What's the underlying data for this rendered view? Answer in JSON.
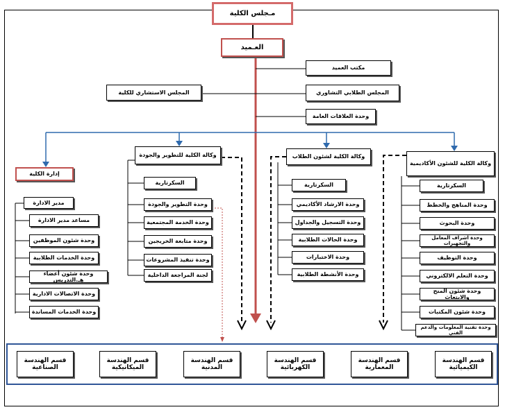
{
  "council": "مـجلس الكلية",
  "dean": "العـميد",
  "dean_office": "مكتب العميد",
  "advisory_council": "المجلس الاستشاري للكلية",
  "student_council": "المجلس الطلابي التشاوري",
  "pr_unit": "وحدة العلاقات العامة",
  "admin": {
    "title": "إدارة الكلية",
    "head": "مدير الادارة",
    "items": [
      "مساعد مدير الادارة",
      "وحدة شئون الموظفين",
      "وحدة الخدمات الطلابية",
      "وحدة شئون أعضاء هـ.التدريس",
      "وحدة الاتصالات الادارية",
      "وحدة الخدمات المساندة"
    ]
  },
  "dev": {
    "title": "وكالة الكلية للتطوير والجودة",
    "items": [
      "السكرتارية",
      "وحدة التطوير والجودة",
      "وحدة الخدمة المجتمعية",
      "وحدة متابعة الخريجين",
      "وحدة تنفيذ المشروعات",
      "لجنة المراجعة الداخلية"
    ]
  },
  "student": {
    "title": "وكالة الكلية لشئون الطلاب",
    "items": [
      "السكرتارية",
      "وحدة الارشاد الأكاديمي",
      "وحدة التسجيل والجداول",
      "وحدة الحالات الطلابية",
      "وحدة الاختبارات",
      "وحدة الأنشطة الطلابية"
    ]
  },
  "academic": {
    "title": "وكالة الكلية للشئون الأكاديمية",
    "items": [
      "السكرتارية",
      "وحدة المناهج والخطط",
      "وحدة البحوث",
      "وحدة اشراف المعامل والتجهيزات",
      "وحدة التوظيف",
      "وحدة التعلم الالكتروني",
      "وحدة شئون المنح والابتعاث",
      "وحدة شئون المكتبات",
      "وحدة تقنية المعلومات والدعم الفني"
    ]
  },
  "departments": [
    "قسم الهندسة الكيميائية",
    "قسم الهندسة المعمارية",
    "قسم الهندسة الكهربائية",
    "قسم الهندسة المدنية",
    "قسم الهندسة الميكانيكية",
    "قسم الهندسة الصناعية"
  ],
  "colors": {
    "red": "#c0504d",
    "blue": "#2f6aad",
    "navy": "#2f5597"
  }
}
